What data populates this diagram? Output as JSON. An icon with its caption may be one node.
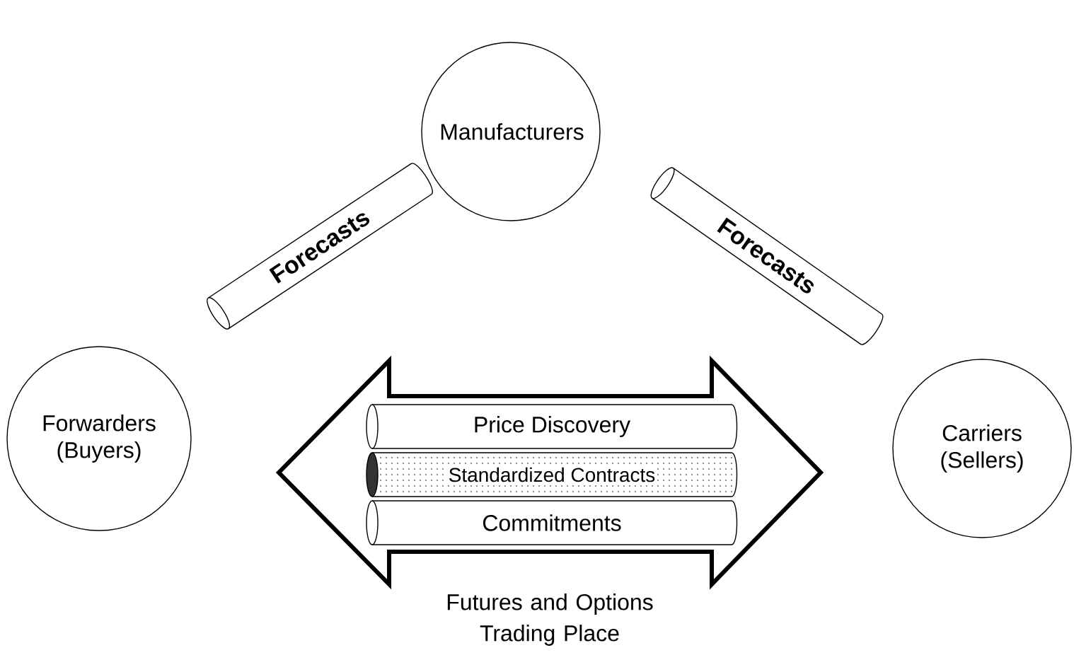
{
  "diagram": {
    "nodes": [
      {
        "text": [
          "Manufacturers"
        ]
      },
      {
        "text": [
          "Forecasts"
        ]
      },
      {
        "text": [
          "Forecasts"
        ]
      },
      {
        "text": [
          "Forwarders (Buyers)"
        ]
      },
      {
        "text": [
          "Futures and Options Trading Place"
        ]
      },
      {
        "text": [
          "Price Discovery"
        ],
        "in": 4
      },
      {
        "text": [
          "Standardized Contracts"
        ],
        "in": 4
      },
      {
        "text": [
          "Commitments"
        ],
        "in": 4
      },
      {
        "text": [
          "Carriers (Sellers)"
        ]
      }
    ]
  }
}
